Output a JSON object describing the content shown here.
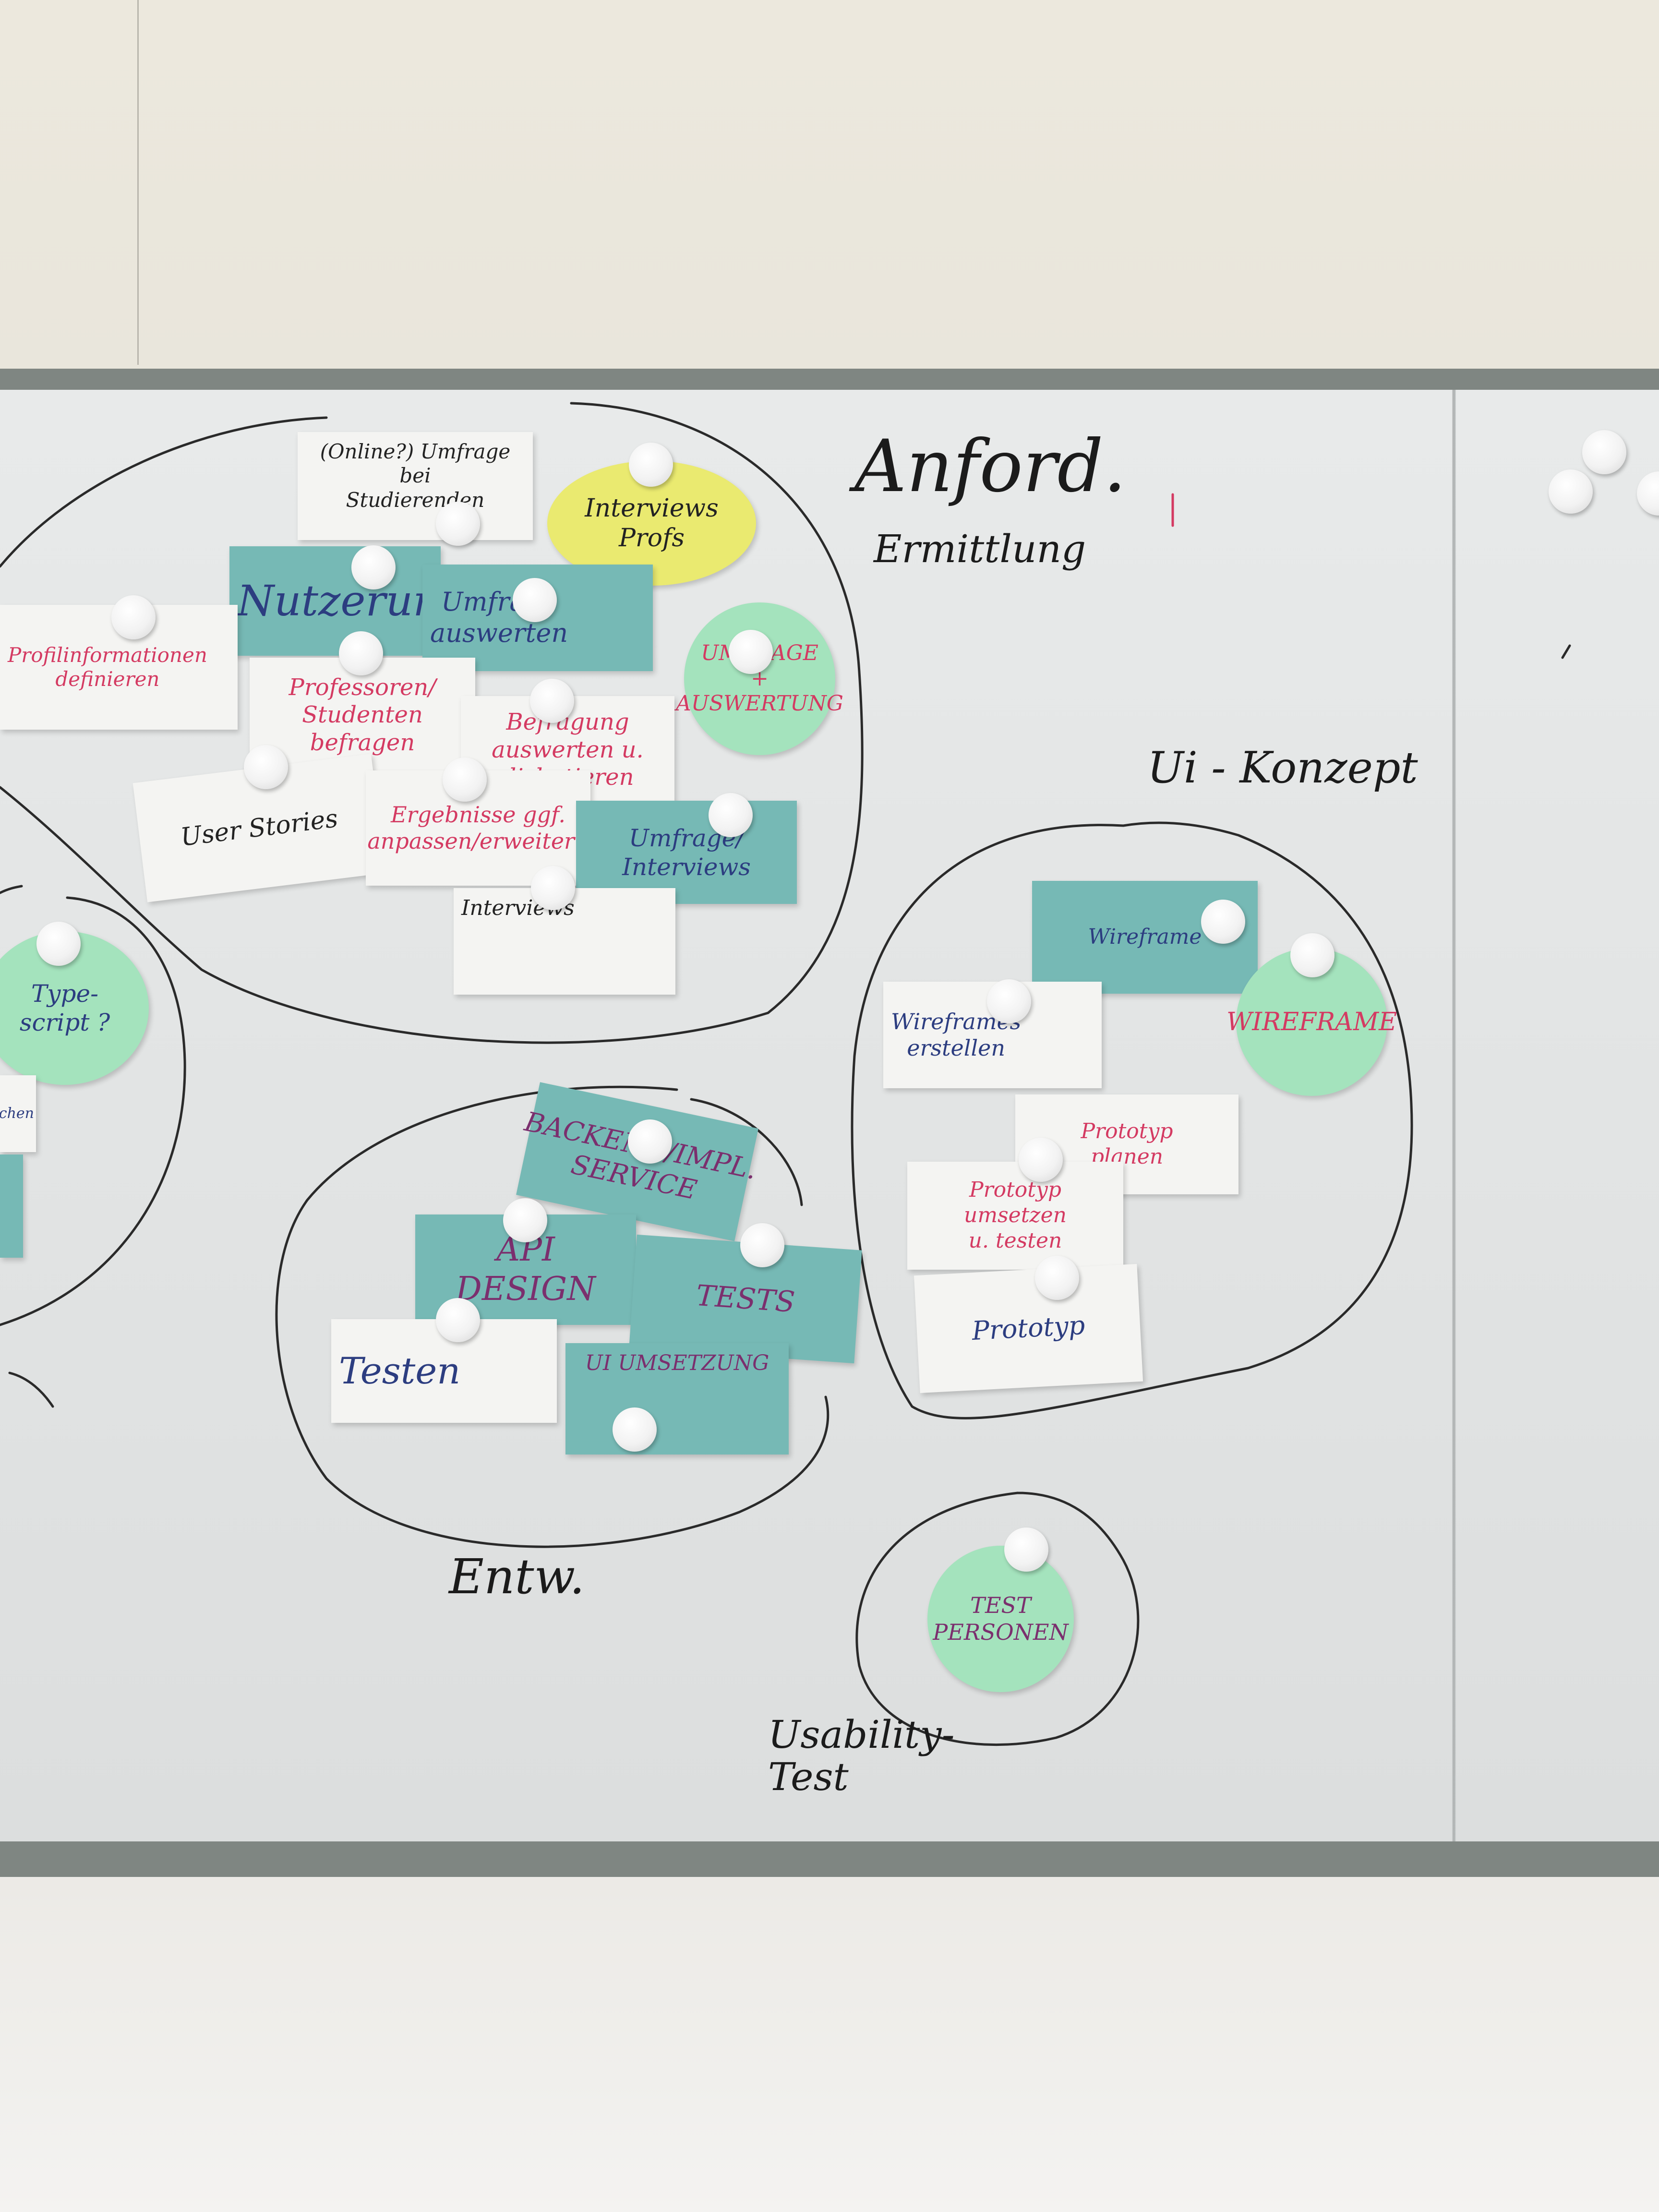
{
  "board_labels": {
    "anford": "Anford.",
    "ermittlung": "Ermittlung",
    "ui_konzept": "Ui - Konzept",
    "entw": "Entw.",
    "usability": "Usability-\nTest"
  },
  "cards": {
    "online_umfrage": "(Online?) Umfrage bei\nStudierenden",
    "interviews_profs": "Interviews\nProfs",
    "nutzerumfrage": "Nutzerumfra",
    "umfrage_auswerten": "Umfrage\nauswerten",
    "umfrage_auswertung": "UMFRAGE\n+\nAUSWERTUNG",
    "profilinformationen": "Profilinformationen\ndefinieren",
    "professoren_befragen": "Professoren/\nStudenten\nbefragen",
    "befragung_auswerten": "Befragung\nauswerten u.\ndiskutieren",
    "user_stories": "User Stories",
    "ergebnisse_anpassen": "Ergebnisse ggf.\nanpassen/erweitern",
    "umfrage_interviews": "Umfrage/\nInterviews",
    "interviews": "Interviews",
    "typescript": "Type-\nscript ?",
    "partial_chen": "chen",
    "wireframe_teal": "Wireframe",
    "wireframe_circle": "WIREFRAME",
    "wireframes_erstellen": "Wireframes\nerstellen",
    "prototyp_planen": "Prototyp\nplanen",
    "prototyp_umsetzen": "Prototyp\numsetzen\nu. testen",
    "prototyp": "Prototyp",
    "backend": "BACKEND/IMPL.\nSERVICE",
    "api_design": "API DESIGN",
    "tests": "TESTS",
    "testen": "Testen",
    "ui_umsetzung": "UI  UMSETZUNG",
    "test_personen": "TEST\nPERSONEN"
  },
  "colors": {
    "teal_card": "#76b9b5",
    "mint_circle": "#a4e3bd",
    "yellow_circle": "#eaea70",
    "white_card": "#f4f4f2",
    "red_ink": "#d43a62",
    "navy_ink": "#2c3d80"
  }
}
